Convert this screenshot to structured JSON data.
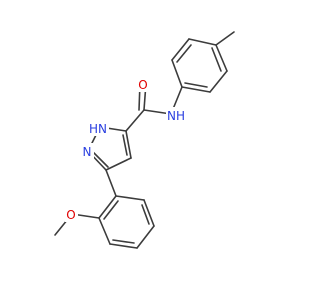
{
  "molecule": {
    "atoms": {
      "amide_nh": {
        "text": "N",
        "suffix": "H",
        "color": "#2a3fe0"
      },
      "amide_o": {
        "text": "O",
        "color": "#e00000"
      },
      "pyrazole_nh": {
        "text": "N",
        "prefix": "H",
        "color": "#2a3fe0"
      },
      "pyrazole_n": {
        "text": "N",
        "color": "#2a3fe0"
      },
      "methoxy_o": {
        "text": "O",
        "color": "#e00000"
      }
    },
    "bond_color": "#3c3c3c"
  }
}
